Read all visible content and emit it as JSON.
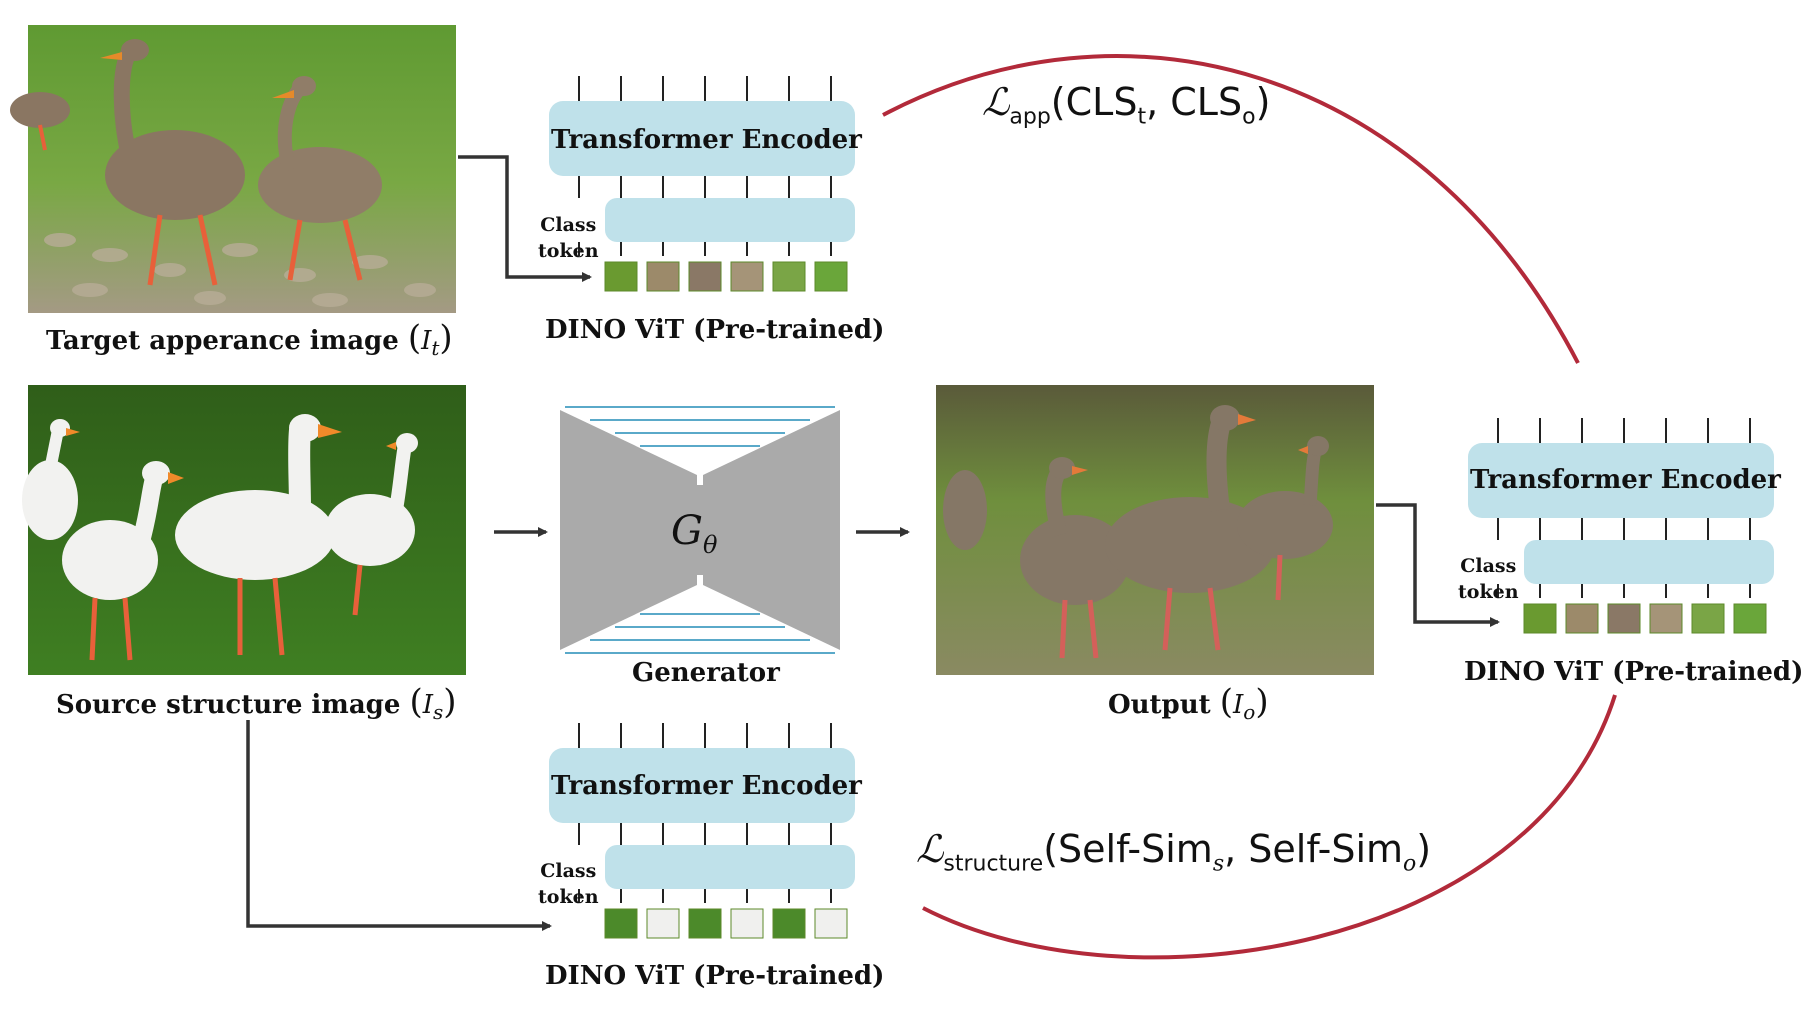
{
  "colors": {
    "encoder_fill": "#bfe1ea",
    "loss_arc": "#b22a3a",
    "arrow": "#333333",
    "generator_fill": "#aaaaaa",
    "generator_lines": "#5aa9c9",
    "grass": "#4c8a2a"
  },
  "images": {
    "target": {
      "caption_text": "Target apperance image",
      "symbol": "I",
      "sub": "t"
    },
    "source": {
      "caption_text": "Source structure image",
      "symbol": "I",
      "sub": "s"
    },
    "output": {
      "caption_text": "Output",
      "symbol": "I",
      "sub": "o"
    }
  },
  "encoders": [
    {
      "title": "Transformer Encoder",
      "class_label": "Class",
      "token_label": "token",
      "caption": "DINO ViT (Pre-trained)"
    },
    {
      "title": "Transformer Encoder",
      "class_label": "Class",
      "token_label": "token",
      "caption": "DINO ViT (Pre-trained)"
    },
    {
      "title": "Transformer Encoder",
      "class_label": "Class",
      "token_label": "token",
      "caption": "DINO ViT (Pre-trained)"
    }
  ],
  "generator": {
    "symbol": "G",
    "sub": "θ",
    "caption": "Generator"
  },
  "losses": {
    "app": {
      "script": "ℒ",
      "sub": "app",
      "arg1": "CLS",
      "arg1_sub": "t",
      "arg2": "CLS",
      "arg2_sub": "o"
    },
    "structure": {
      "script": "ℒ",
      "sub": "structure",
      "arg1": "Self-Sim",
      "arg1_sub": "s",
      "arg2": "Self-Sim",
      "arg2_sub": "o"
    }
  }
}
